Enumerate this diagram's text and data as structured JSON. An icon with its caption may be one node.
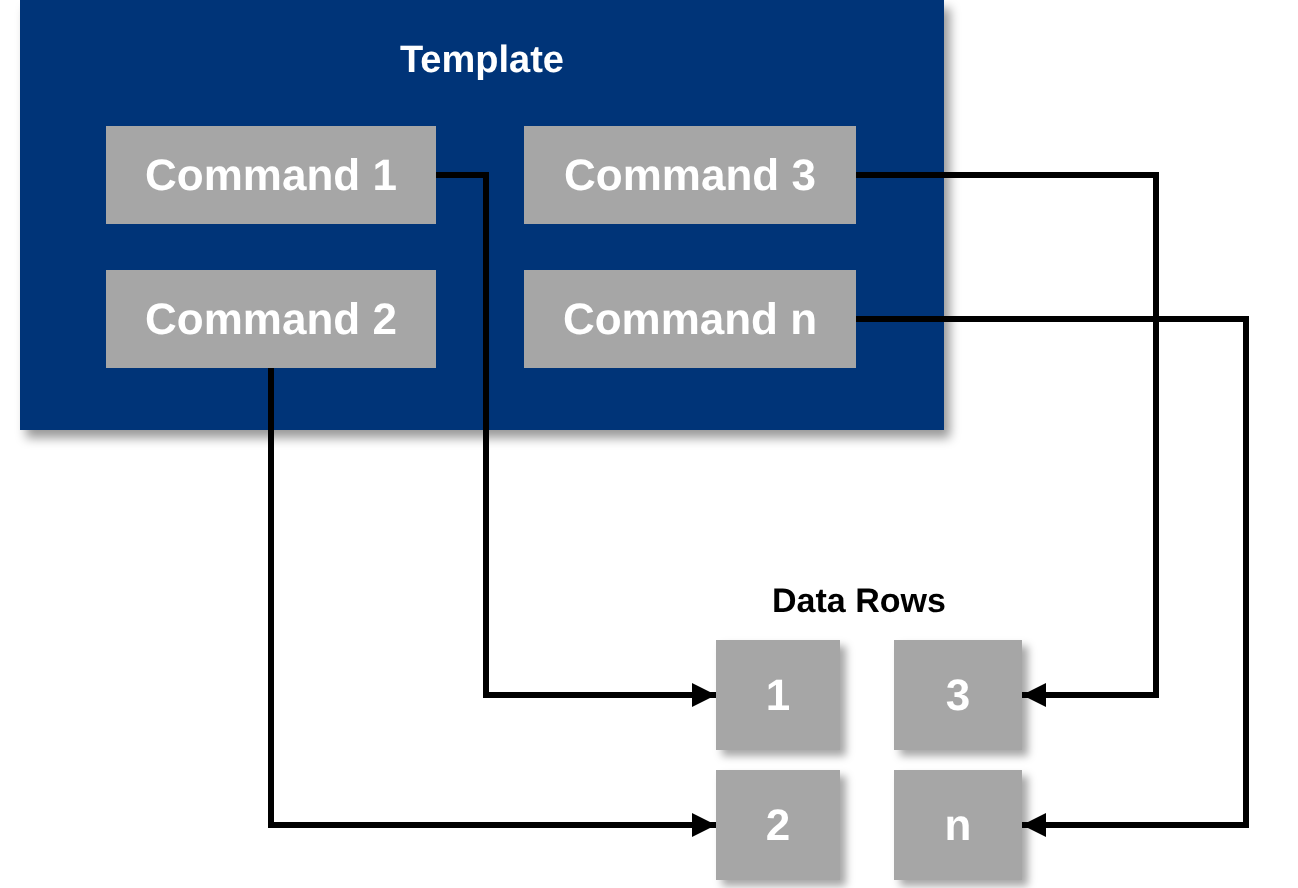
{
  "diagram": {
    "nodes": [
      {
        "text": [
          "Template"
        ]
      },
      {
        "text": [
          "Command 1"
        ],
        "in": 0
      },
      {
        "text": [
          "Command 3"
        ],
        "in": 0
      },
      {
        "text": [
          "Command 2"
        ],
        "in": 0
      },
      {
        "text": [
          "Command n"
        ],
        "in": 0
      },
      {
        "text": [
          "1"
        ]
      },
      {
        "text": [
          "3"
        ]
      },
      {
        "text": [
          "2"
        ]
      },
      {
        "text": [
          "n"
        ]
      }
    ],
    "edges": [
      {
        "from": 1,
        "to": 5,
        "arrow": "to"
      },
      {
        "from": 2,
        "to": 6,
        "arrow": "to"
      },
      {
        "from": 3,
        "to": 7,
        "arrow": "to"
      },
      {
        "from": 4,
        "to": 8,
        "arrow": "to"
      }
    ],
    "labels": [
      "Data Rows"
    ]
  }
}
